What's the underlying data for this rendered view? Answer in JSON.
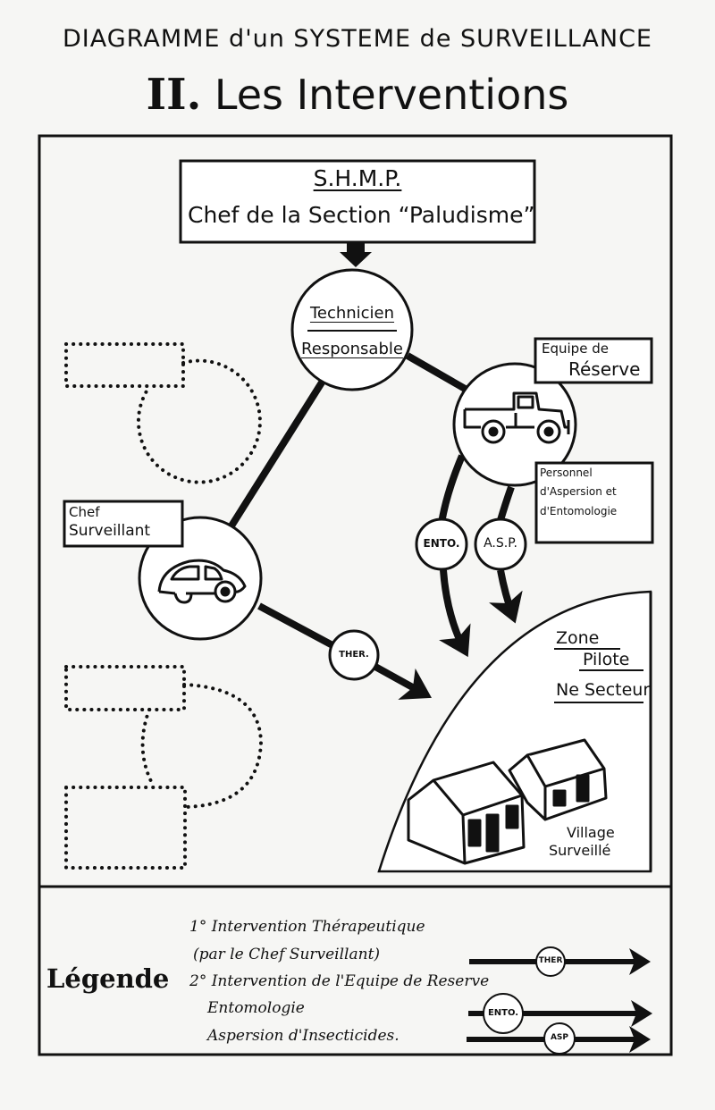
{
  "header": {
    "title_line1": "DIAGRAMME d'un SYSTEME de SURVEILLANCE",
    "title_roman": "II.",
    "title_line2": "Les Interventions"
  },
  "nodes": {
    "shmp": {
      "line1": "S.H.M.P.",
      "line2": "Chef de la Section “Paludisme”"
    },
    "technicien": {
      "line1": "Technicien",
      "line2": "Responsable"
    },
    "equipe_reserve": {
      "line1": "Equipe de",
      "line2": "Réserve",
      "icon": "truck-icon"
    },
    "personnel": {
      "line1": "Personnel",
      "line2": "d'Aspersion et",
      "line3": "d'Entomologie"
    },
    "chef_surveillant": {
      "line1": "Chef",
      "line2": "Surveillant",
      "icon": "car-icon"
    },
    "zone_pilote": {
      "line1": "Zone",
      "line2": "Pilote",
      "line3": "Ne Secteur",
      "village_line1": "Village",
      "village_line2": "Surveillé",
      "icon": "houses-icon"
    }
  },
  "edge_labels": {
    "ther": "THER.",
    "ento": "ENTO.",
    "asp": "A.S.P."
  },
  "legend": {
    "title": "Légende",
    "item1_line1": "1° Intervention Thérapeutique",
    "item1_line2": "(par le Chef Surveillant)",
    "item1_badge": "THER",
    "item2_heading": "2° Intervention de l'Equipe de Reserve",
    "item2a": "Entomologie",
    "item2a_badge": "ENTO.",
    "item2b": "Aspersion d'Insecticides.",
    "item2b_badge": "ASP"
  }
}
